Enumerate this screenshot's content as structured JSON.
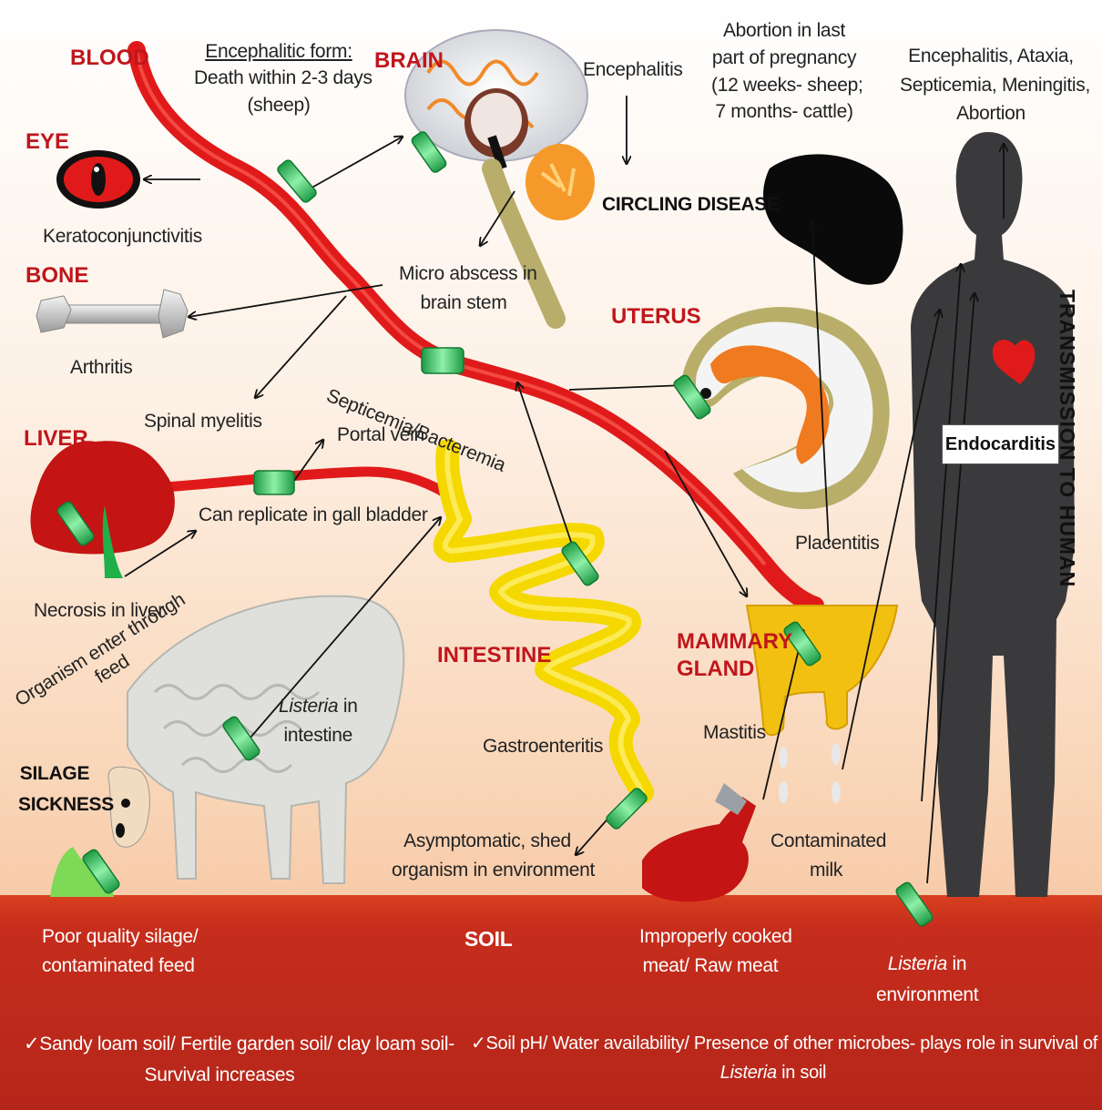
{
  "colors": {
    "organ_label": "#c0161c",
    "blood_vessel": "#e01a1a",
    "intestine": "#f5d800",
    "bacterium": "#2cbd5a",
    "soil": "#c62d1c",
    "silhouette": "#3a3a3c"
  },
  "organs": {
    "blood": "BLOOD",
    "eye": "EYE",
    "bone": "BONE",
    "liver": "LIVER",
    "brain": "BRAIN",
    "uterus": "UTERUS",
    "intestine": "INTESTINE",
    "mammary": [
      "MAMMARY",
      "GLAND"
    ]
  },
  "encephalitic": {
    "title": "Encephalitic form:",
    "lines": [
      "Death within 2-3 days",
      "(sheep)"
    ]
  },
  "labels": {
    "encephalitis": "Encephalitis",
    "abortion": [
      "Abortion in last",
      "part of pregnancy",
      "(12 weeks- sheep;",
      "7 months- cattle)"
    ],
    "human_diseases": [
      "Encephalitis, Ataxia,",
      "Septicemia, Meningitis,",
      "Abortion"
    ],
    "circling": "CIRCLING DISEASE",
    "kerato": "Keratoconjunctivitis",
    "micro_abscess": [
      "Micro abscess in",
      "brain stem"
    ],
    "arthritis": "Arthritis",
    "septicemia": "Septicemia/Bacteremia",
    "spinal": "Spinal myelitis",
    "portal": "Portal vein",
    "gall": "Can replicate in gall bladder",
    "necrosis": "Necrosis in liver",
    "placentitis": "Placentitis",
    "endocarditis": "Endocarditis",
    "transmission": "TRANSMISSION TO HUMAN",
    "organism_enter": [
      "Organism enter through",
      "feed"
    ],
    "listeria_intestine": [
      "Listeria",
      "in",
      "intestine"
    ],
    "silage": [
      "SILAGE",
      "SICKNESS"
    ],
    "gastro": "Gastroenteritis",
    "mastitis": "Mastitis",
    "asymptomatic": [
      "Asymptomatic, shed",
      "organism in environment"
    ],
    "contaminated_milk": [
      "Contaminated",
      "milk"
    ]
  },
  "soil": {
    "title": "SOIL",
    "poor_silage": [
      "Poor quality silage/",
      "contaminated feed"
    ],
    "meat": [
      "Improperly cooked",
      "meat/ Raw meat"
    ],
    "listeria_env": [
      "Listeria",
      "in",
      "environment"
    ],
    "note_left": [
      "✓Sandy loam soil/ Fertile garden soil/ clay loam soil-",
      "Survival increases"
    ],
    "note_right": [
      "✓Soil pH/ Water availability/ Presence of other microbes- plays role in survival of",
      "Listeria",
      "in soil"
    ]
  }
}
